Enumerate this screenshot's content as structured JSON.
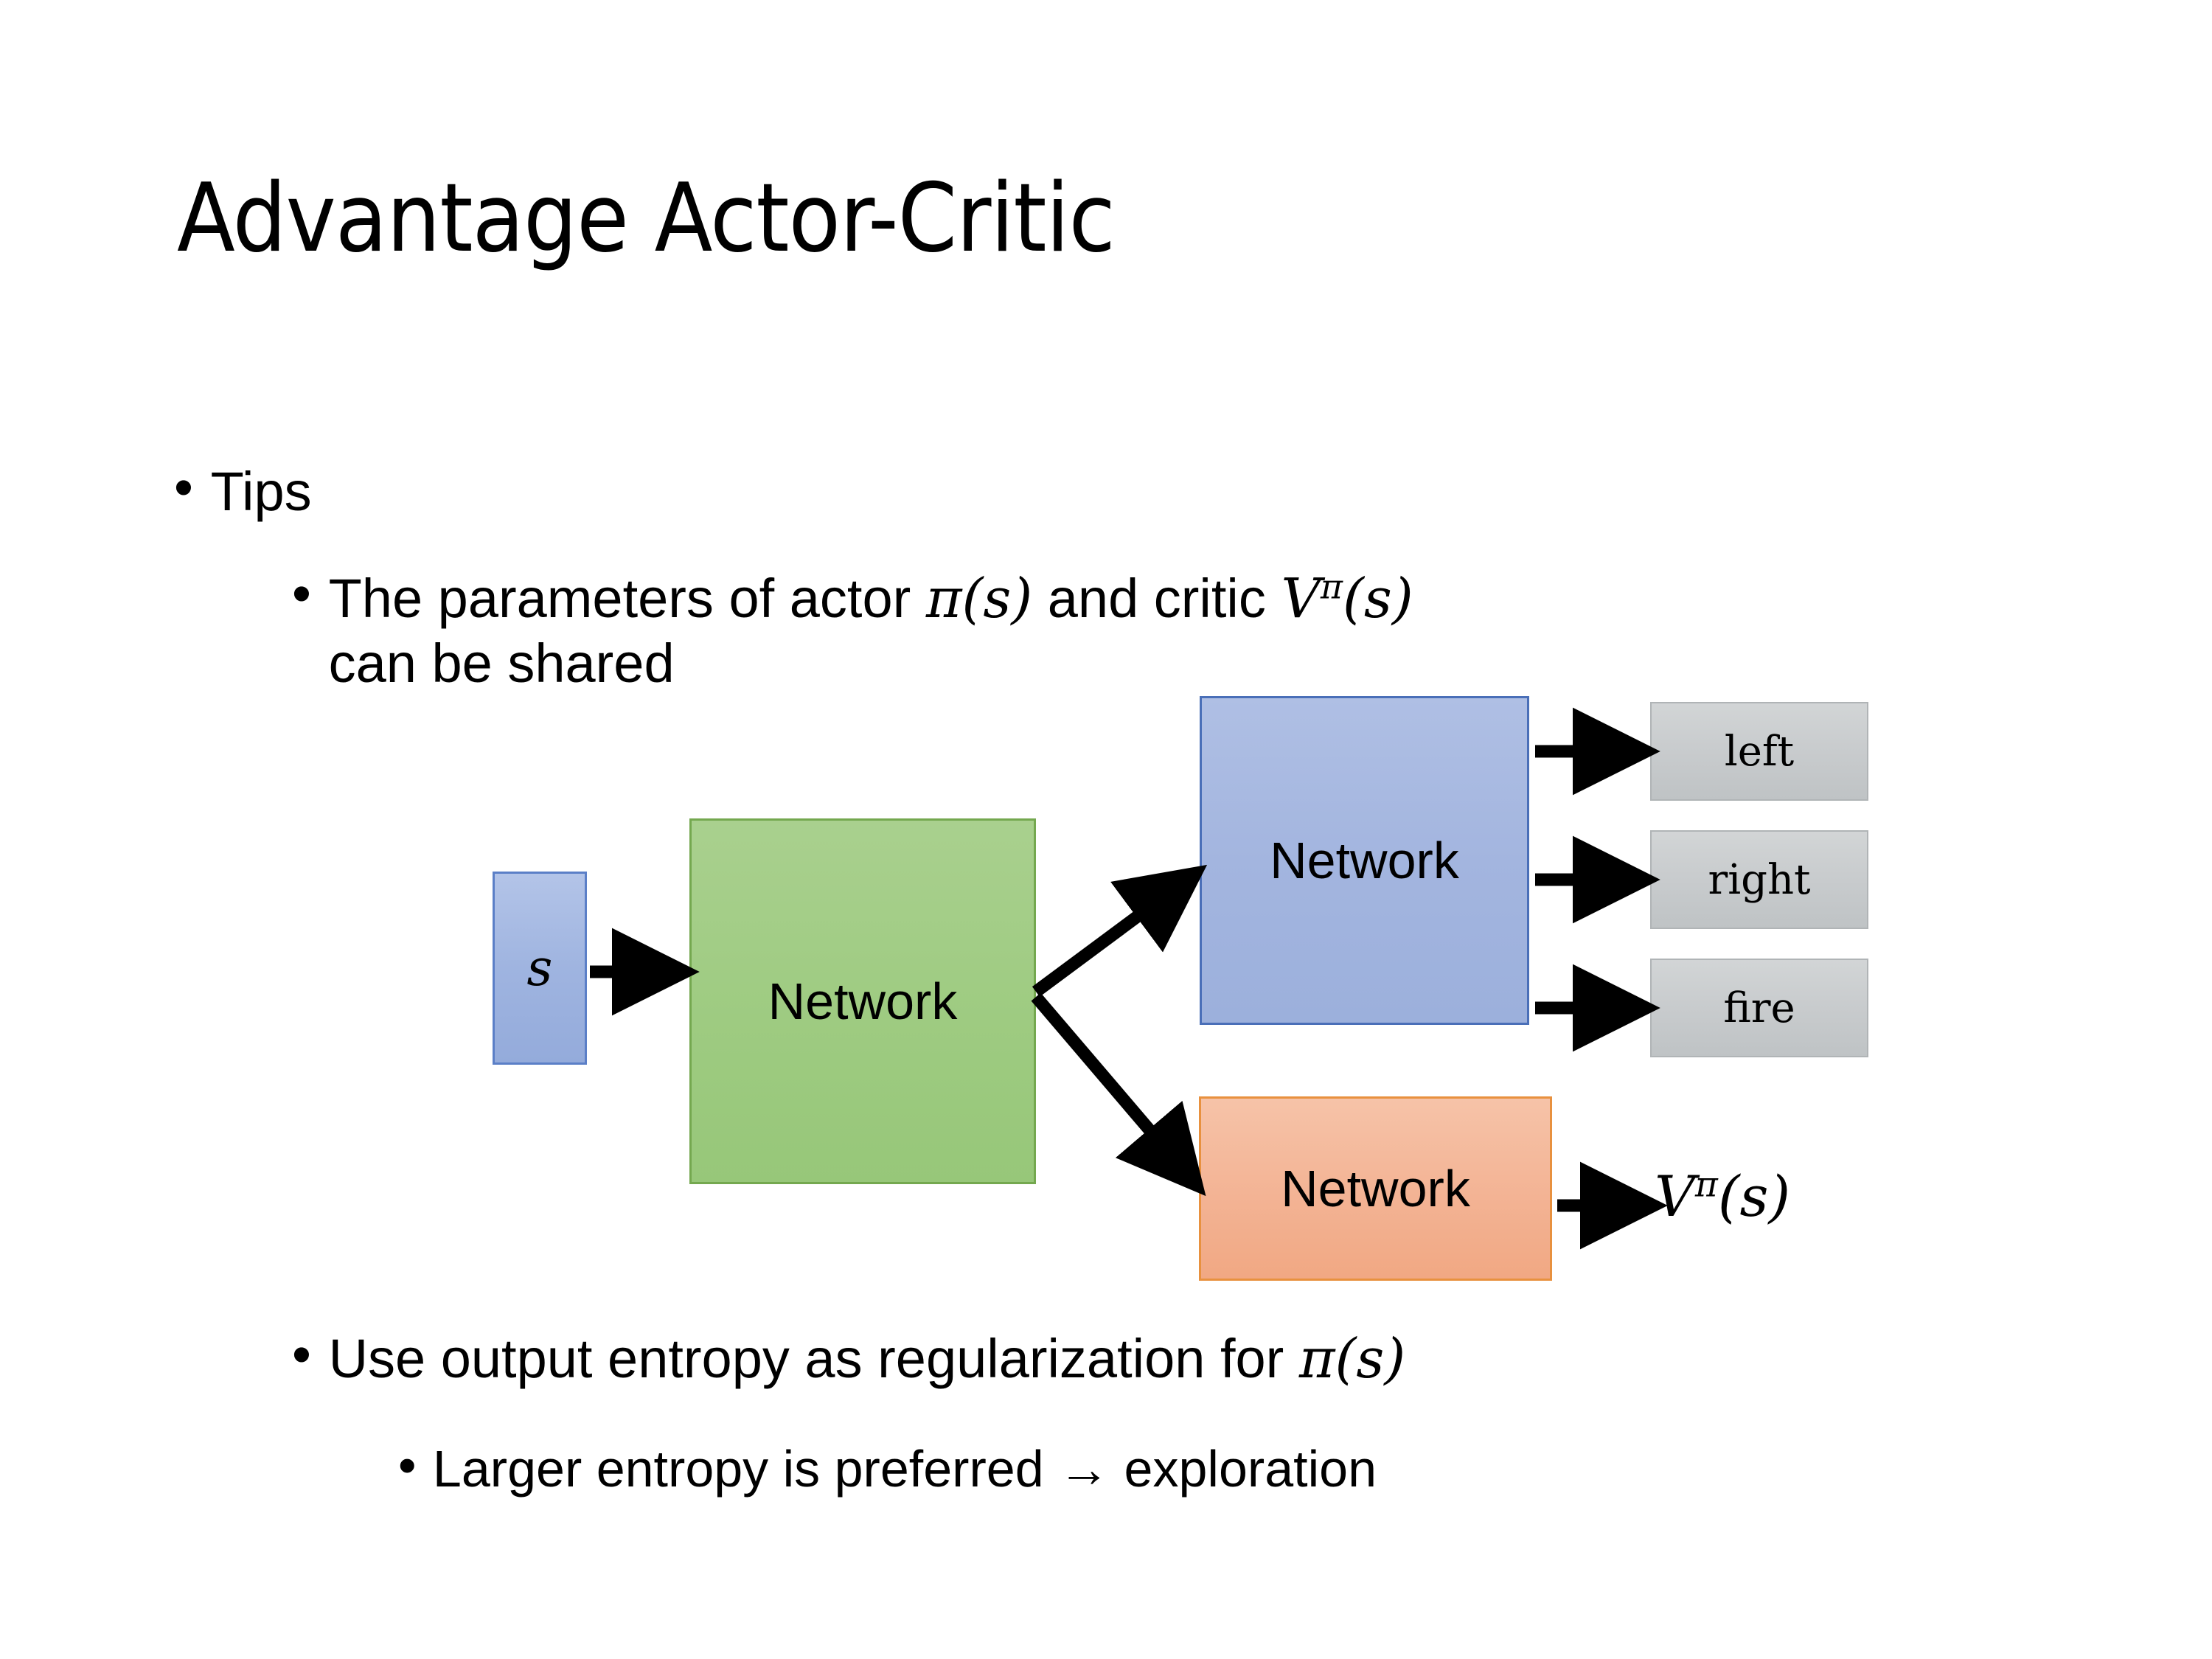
{
  "slide": {
    "title": "Advantage Actor-Critic",
    "background_color": "#ffffff",
    "text_color": "#000000"
  },
  "bullets": {
    "level1_marker": "•",
    "tips": "Tips",
    "parameters_line_prefix": "The parameters of actor ",
    "parameters_pi": "π(s)",
    "parameters_mid": "  and critic ",
    "parameters_v": "V",
    "parameters_v_sup": "π",
    "parameters_v_arg": "(s)",
    "parameters_line2": "can be shared",
    "entropy_prefix": "Use output entropy as regularization for ",
    "entropy_pi": "π(s)",
    "larger_entropy": "Larger entropy is preferred → exploration"
  },
  "diagram": {
    "input_state_label": "s",
    "shared_network_label": "Network",
    "actor_network_label": "Network",
    "critic_network_label": "Network",
    "actions": [
      {
        "label": "left"
      },
      {
        "label": "right"
      },
      {
        "label": "fire"
      }
    ],
    "value_output": {
      "symbol": "V",
      "superscript": "π",
      "argument": "(s)"
    },
    "colors": {
      "state_box_fill": "#a3b5df",
      "state_box_border": "#5b7fc7",
      "shared_box_fill": "#9ecb81",
      "shared_box_border": "#74a84f",
      "actor_box_fill": "#a3b5df",
      "actor_box_border": "#4a6fb8",
      "critic_box_fill": "#f3b394",
      "critic_box_border": "#e8913f",
      "action_box_fill": "#c9ccce",
      "action_box_border": "#b0b4b6",
      "arrow_color": "#000000"
    }
  }
}
